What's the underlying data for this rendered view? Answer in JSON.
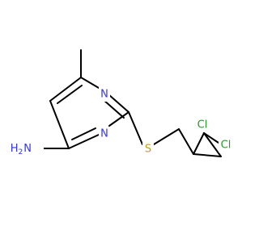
{
  "molecule": {
    "atoms": {
      "ring_n_top": {
        "symbol": "N"
      },
      "ring_n_bottom": {
        "symbol": "N"
      },
      "sulfur": {
        "symbol": "S"
      },
      "amine": {
        "symbol": "H2N",
        "main": "N",
        "h": "H",
        "sub": "2"
      },
      "chlorine_1": {
        "symbol": "Cl"
      },
      "chlorine_2": {
        "symbol": "Cl"
      }
    },
    "colors": {
      "nitrogen": "#3333ff",
      "sulfur": "#c8a000",
      "chlorine": "#1f9f1f",
      "bond": "#000000"
    }
  }
}
